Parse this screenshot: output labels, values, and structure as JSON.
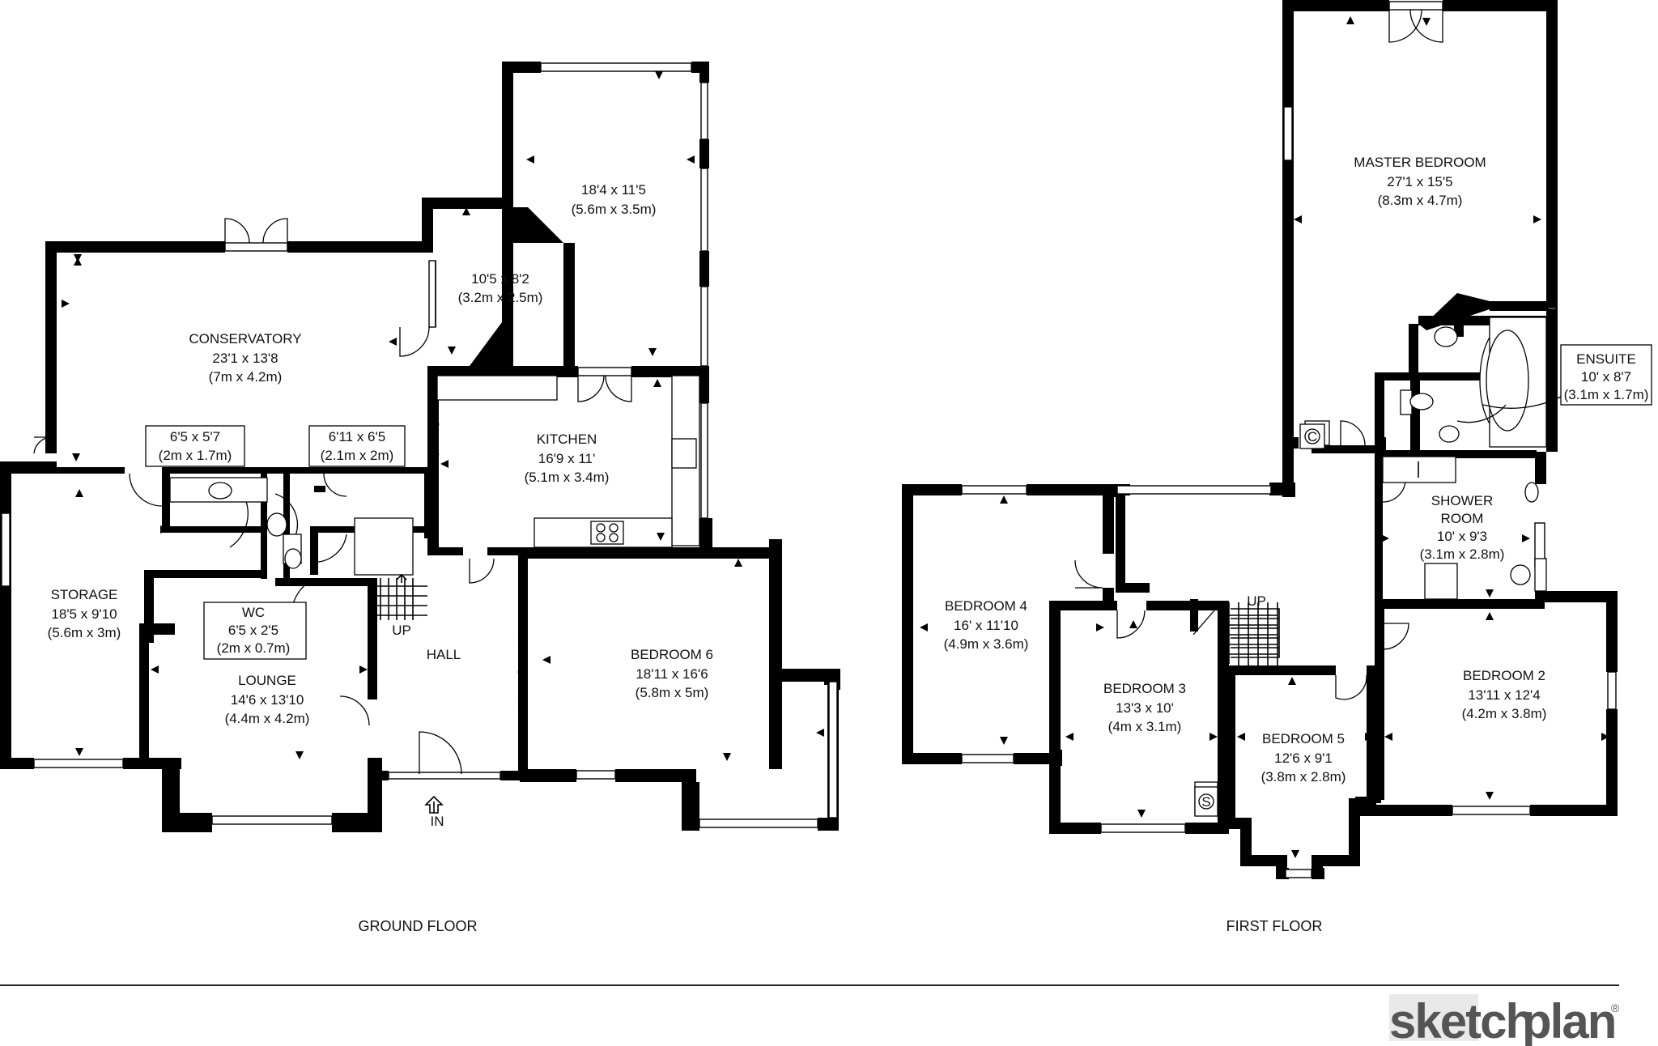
{
  "ground_floor": {
    "title": "GROUND FLOOR",
    "rooms": {
      "conservatory": {
        "name": "CONSERVATORY",
        "imperial": "23'1 x 13'8",
        "metric": "(7m x 4.2m)"
      },
      "utility": {
        "imperial": "10'5 x 8'2",
        "metric": "(3.2m x 2.5m)"
      },
      "rear_room": {
        "imperial": "18'4 x 11'5",
        "metric": "(5.6m x 3.5m)"
      },
      "kitchen": {
        "name": "KITCHEN",
        "imperial": "16'9 x 11'",
        "metric": "(5.1m x 3.4m)"
      },
      "store_a": {
        "imperial": "6'5 x 5'7",
        "metric": "(2m x 1.7m)"
      },
      "store_b": {
        "imperial": "6'11 x 6'5",
        "metric": "(2.1m x 2m)"
      },
      "storage": {
        "name": "STORAGE",
        "imperial": "18'5 x 9'10",
        "metric": "(5.6m x 3m)"
      },
      "wc": {
        "name": "WC",
        "imperial": "6'5 x 2'5",
        "metric": "(2m x 0.7m)"
      },
      "lounge": {
        "name": "LOUNGE",
        "imperial": "14'6 x 13'10",
        "metric": "(4.4m x 4.2m)"
      },
      "hall": {
        "name": "HALL"
      },
      "bedroom6": {
        "name": "BEDROOM 6",
        "imperial": "18'11 x 16'6",
        "metric": "(5.8m x 5m)"
      }
    },
    "stairs_label": "UP",
    "entrance_label": "IN"
  },
  "first_floor": {
    "title": "FIRST FLOOR",
    "rooms": {
      "master": {
        "name": "MASTER BEDROOM",
        "imperial": "27'1 x 15'5",
        "metric": "(8.3m x 4.7m)"
      },
      "ensuite": {
        "name": "ENSUITE",
        "imperial": "10' x 8'7",
        "metric": "(3.1m x 1.7m)"
      },
      "shower": {
        "name1": "SHOWER",
        "name2": "ROOM",
        "imperial": "10' x 9'3",
        "metric": "(3.1m x 2.8m)"
      },
      "bedroom4": {
        "name": "BEDROOM 4",
        "imperial": "16' x 11'10",
        "metric": "(4.9m x 3.6m)"
      },
      "bedroom3": {
        "name": "BEDROOM 3",
        "imperial": "13'3 x 10'",
        "metric": "(4m x 3.1m)"
      },
      "bedroom5": {
        "name": "BEDROOM 5",
        "imperial": "12'6 x 9'1",
        "metric": "(3.8m x 2.8m)"
      },
      "bedroom2": {
        "name": "BEDROOM 2",
        "imperial": "13'11 x 12'4",
        "metric": "(4.2m x 3.8m)"
      }
    },
    "stairs_label": "UP",
    "cupboard_c": "C",
    "cupboard_s": "S"
  },
  "branding": {
    "logo_part1": "sketch",
    "logo_part2": "plan",
    "registered": "®"
  }
}
